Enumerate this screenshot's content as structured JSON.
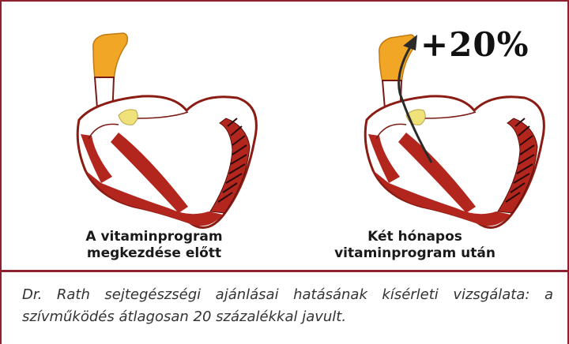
{
  "figure": {
    "increase_text": "+20%",
    "label_before": {
      "line1": "A vitaminprogram",
      "line2": "megkezdése előtt"
    },
    "label_after": {
      "line1": "Két hónapos",
      "line2": "vitaminprogram után"
    },
    "caption": "Dr. Rath sejtegészségi ajánlásai hatásának kísérleti vizsgálata: a szívműködés átlagosan 20 százalékkal javult."
  },
  "colors": {
    "border": "#8c2230",
    "muscle": "#b3261e",
    "aorta": "#f2a626",
    "valve": "#f0e27a"
  }
}
